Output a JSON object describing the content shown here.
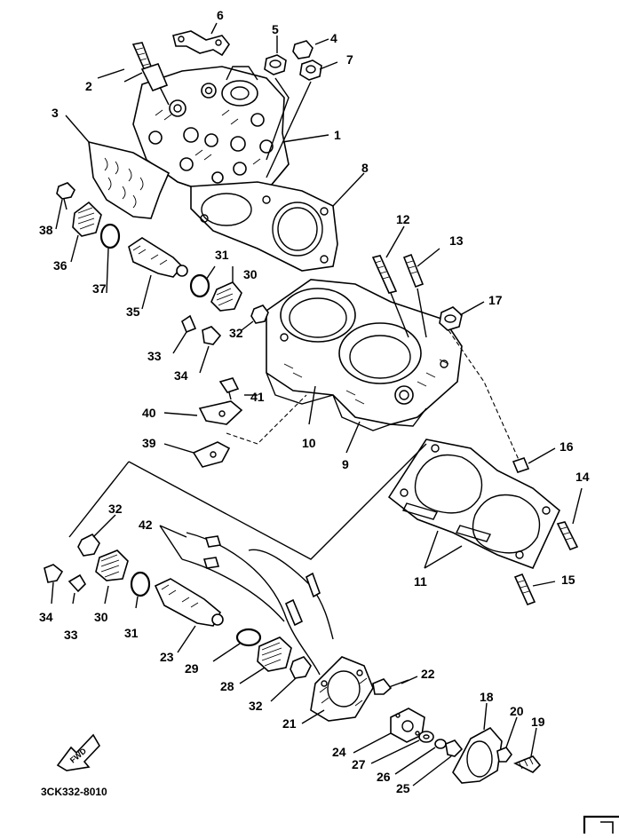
{
  "diagram": {
    "part_code": "3CK332-8010",
    "fwd_label": "FWD",
    "callouts": [
      {
        "id": "c1",
        "label": "1"
      },
      {
        "id": "c2",
        "label": "2"
      },
      {
        "id": "c3",
        "label": "3"
      },
      {
        "id": "c4",
        "label": "4"
      },
      {
        "id": "c5",
        "label": "5"
      },
      {
        "id": "c6",
        "label": "6"
      },
      {
        "id": "c7",
        "label": "7"
      },
      {
        "id": "c8",
        "label": "8"
      },
      {
        "id": "c9",
        "label": "9"
      },
      {
        "id": "c10",
        "label": "10"
      },
      {
        "id": "c11",
        "label": "11"
      },
      {
        "id": "c12",
        "label": "12"
      },
      {
        "id": "c13",
        "label": "13"
      },
      {
        "id": "c14",
        "label": "14"
      },
      {
        "id": "c15",
        "label": "15"
      },
      {
        "id": "c16",
        "label": "16"
      },
      {
        "id": "c17",
        "label": "17"
      },
      {
        "id": "c18",
        "label": "18"
      },
      {
        "id": "c19",
        "label": "19"
      },
      {
        "id": "c20",
        "label": "20"
      },
      {
        "id": "c21",
        "label": "21"
      },
      {
        "id": "c22",
        "label": "22"
      },
      {
        "id": "c23",
        "label": "23"
      },
      {
        "id": "c24",
        "label": "24"
      },
      {
        "id": "c25",
        "label": "25"
      },
      {
        "id": "c26",
        "label": "26"
      },
      {
        "id": "c27",
        "label": "27"
      },
      {
        "id": "c28",
        "label": "28"
      },
      {
        "id": "c29",
        "label": "29"
      },
      {
        "id": "c30a",
        "label": "30"
      },
      {
        "id": "c30b",
        "label": "30"
      },
      {
        "id": "c31a",
        "label": "31"
      },
      {
        "id": "c31b",
        "label": "31"
      },
      {
        "id": "c32a",
        "label": "32"
      },
      {
        "id": "c32b",
        "label": "32"
      },
      {
        "id": "c32c",
        "label": "32"
      },
      {
        "id": "c33a",
        "label": "33"
      },
      {
        "id": "c33b",
        "label": "33"
      },
      {
        "id": "c34a",
        "label": "34"
      },
      {
        "id": "c34b",
        "label": "34"
      },
      {
        "id": "c35",
        "label": "35"
      },
      {
        "id": "c36",
        "label": "36"
      },
      {
        "id": "c37",
        "label": "37"
      },
      {
        "id": "c38",
        "label": "38"
      },
      {
        "id": "c39",
        "label": "39"
      },
      {
        "id": "c40",
        "label": "40"
      },
      {
        "id": "c41",
        "label": "41"
      },
      {
        "id": "c42",
        "label": "42"
      }
    ]
  }
}
